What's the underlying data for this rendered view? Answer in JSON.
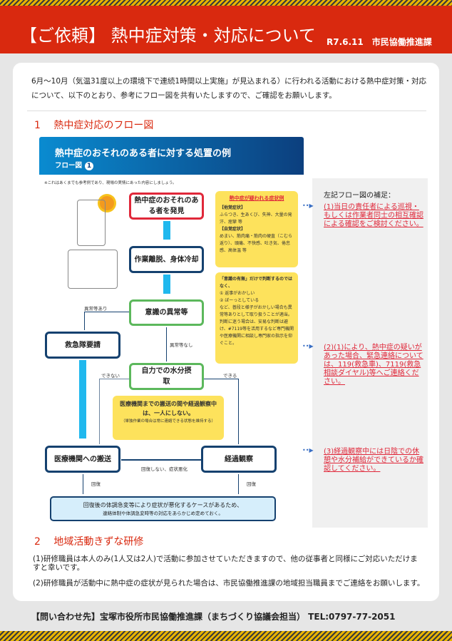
{
  "header": {
    "title": "【ご依頼】 熱中症対策・対応について",
    "subtitle": "R7.6.11　市民協働推進課"
  },
  "intro": "6月～10月（気温31度以上の環境下で連続1時間以上実施」が見込まれる）に行われる活動における熱中症対策・対応について、以下のとおり、参考にフロー図を共有いたしますので、ご確認をお願いします。",
  "section1": {
    "heading": "1　 熱中症対応のフロー図"
  },
  "flow": {
    "title": "熱中症のおそれのある者に対する処置の例",
    "subtitle": "フロー図",
    "number": "1",
    "note": "※これはあくまでも参考例であり、現場の実情にあった内容にしましょう。",
    "boxes": {
      "discover": "熱中症のおそれのある者を発見",
      "cool": "作業離脱、身体冷却",
      "consciousness": "意識の異常等",
      "ambulance": "救急隊要請",
      "water": "自力での水分摂取",
      "transport": "医療機関への搬送",
      "observe": "経過観察"
    },
    "labels": {
      "abnormal": "異常等あり",
      "normal": "異常等なし",
      "cannot": "できない",
      "can": "できる",
      "not_recover": "回復しない、症状悪化",
      "recover1": "回復",
      "recover2": "回復"
    },
    "callout1": {
      "title": "熱中症が疑われる症状例",
      "h1": "【他覚症状】",
      "t1": "ふらつき、生あくび、失神、大量の発汗、痙攣 等",
      "h2": "【自覚症状】",
      "t2": "めまい、筋肉痛・筋肉の硬直（こむら返り）、頭痛、不快感、吐き気、倦怠感、高体温 等"
    },
    "callout2": {
      "h": "「意識の有無」だけで判断するのではなく、",
      "l1": "① 返事がおかしい",
      "l2": "② ぼーっとしている",
      "t": "など、普段と様子がおかしい場合も異常等ありとして取り扱うことが適当。",
      "t2": "判断に迷う場合は、安易な判断は避け、#7119等を活用するなど専門機関や医療機関に相談し専門家の指示を仰ぐこと。"
    },
    "callout3": {
      "h": "医療機関までの搬送の間や経過観察中は、一人にしない。",
      "t": "（単独作業の場合は常に連絡できる状態を維持する）"
    },
    "bottom": {
      "l1": "回復後の体調急変等により症状が悪化するケースがあるため、",
      "l2": "連絡体制や体調急変時等の対応をあらかじめ定めておく。"
    }
  },
  "supplement": {
    "title": "左記フロー図の補足：",
    "items": [
      "(1)当日の責任者による巡視・もしくは作業者同士の相互確認による確認をご検討ください。",
      "(2)(1)により、熱中症の疑いがあった場合、緊急連絡については、119(救急車)、7119(救急相談ダイヤル)等へご連絡ください。",
      "(3)経過観察中には日陰での休憩や水分補給ができているか確認してください。"
    ]
  },
  "section2": {
    "heading": "2　 地域活動きずな研修",
    "p1": "(1)研修職員は本人のみ(1人又は2人)で活動に参加させていただきますので、他の従事者と同様にご対応いただけますと幸いです。",
    "p2": "(2)研修職員が活動中に熱中症の症状が見られた場合は、市民協働推進課の地域担当職員までご連絡をお願いします。"
  },
  "footer": "【問い合わせ先】宝塚市役所市民協働推進課（まちづくり協議会担当） TEL:0797-77-2051"
}
